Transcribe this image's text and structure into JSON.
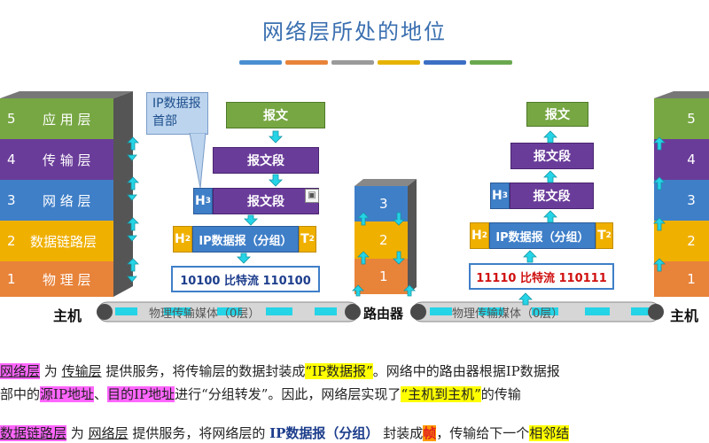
{
  "title": "网络层所处的地位",
  "color_bars": [
    "#4a8fd0",
    "#e8833a",
    "#9a9a9a",
    "#e6b400",
    "#3c6fc4",
    "#6aa84f"
  ],
  "layers": [
    {
      "num": "5",
      "name": "应 用 层",
      "color": "#77a743"
    },
    {
      "num": "4",
      "name": "传 输 层",
      "color": "#6a3c9a"
    },
    {
      "num": "3",
      "name": "网 络 层",
      "color": "#3f7fc8"
    },
    {
      "num": "2",
      "name": "数据链路层",
      "color": "#f0b000"
    },
    {
      "num": "1",
      "name": "物 理 层",
      "color": "#e8833a"
    }
  ],
  "router_layers": [
    {
      "num": "3",
      "color": "#3f7fc8"
    },
    {
      "num": "2",
      "color": "#f0b000"
    },
    {
      "num": "1",
      "color": "#e8833a"
    }
  ],
  "labels": {
    "host_left": "主机",
    "host_right": "主机",
    "router": "路由器",
    "callout": "IP数据报首部",
    "medium_left": "物理传输媒体（0层）",
    "medium_right": "物理传输媒体（0层）"
  },
  "left_stack": {
    "message": "报文",
    "segment": "报文段",
    "h3": "H",
    "h3_sub": "3",
    "segment2": "报文段",
    "h2": "H",
    "h2_sub": "2",
    "ip_datagram": "IP数据报（分组）",
    "t2": "T",
    "t2_sub": "2",
    "bits": "10100 比特流 110100"
  },
  "right_stack": {
    "message": "报文",
    "segment": "报文段",
    "h3": "H",
    "h3_sub": "3",
    "segment2": "报文段",
    "h2": "H",
    "h2_sub": "2",
    "ip_datagram": "IP数据报（分组）",
    "t2": "T",
    "t2_sub": "2",
    "bits": "11110 比特流 110111"
  },
  "text": {
    "line1_a": "网络层",
    "line1_b": " 为 ",
    "line1_c": "传输层",
    "line1_d": " 提供服务，将传输层的数据封装成",
    "line1_e": "“IP数据报”",
    "line1_f": "。网络中的路由器根据IP数据报",
    "line2_a": "部中的",
    "line2_b": "源IP地址",
    "line2_c": "、",
    "line2_d": "目的IP地址",
    "line2_e": "进行“分组转发”。因此，网络层实现了",
    "line2_f": "“主机到主机”",
    "line2_g": "的传输",
    "line3_a": "数据链路层",
    "line3_b": " 为 ",
    "line3_c": "网络层",
    "line3_d": " 提供服务，将网络层的 ",
    "line3_e": "IP数据报（分组）",
    "line3_f": " 封装成",
    "line3_g": "帧",
    "line3_h": "，传输给下一个",
    "line3_i": "相邻结"
  }
}
